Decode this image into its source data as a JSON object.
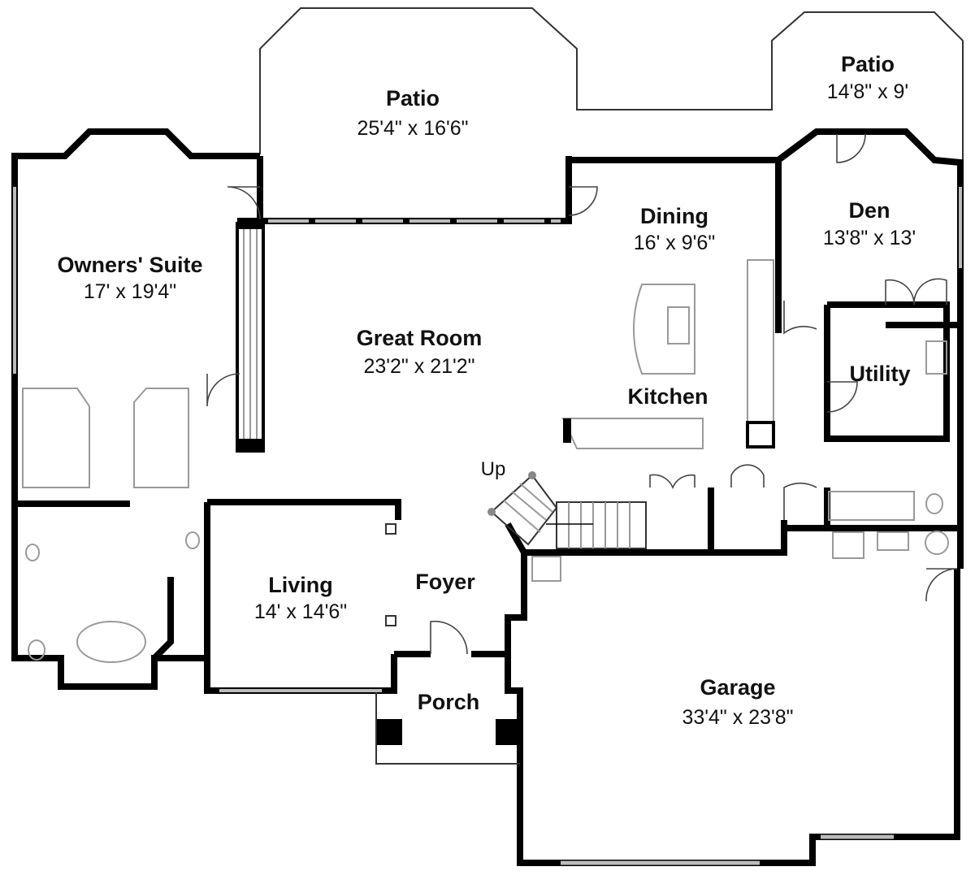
{
  "rooms": {
    "patio_main": {
      "name": "Patio",
      "size": "25'4\" x 16'6\""
    },
    "patio_side": {
      "name": "Patio",
      "size": "14'8\" x 9'"
    },
    "dining": {
      "name": "Dining",
      "size": "16' x 9'6\""
    },
    "den": {
      "name": "Den",
      "size": "13'8\" x 13'"
    },
    "owners_suite": {
      "name": "Owners' Suite",
      "size": "17' x 19'4\""
    },
    "great_room": {
      "name": "Great Room",
      "size": "23'2\" x 21'2\""
    },
    "kitchen": {
      "name": "Kitchen"
    },
    "utility": {
      "name": "Utility"
    },
    "living": {
      "name": "Living",
      "size": "14' x 14'6\""
    },
    "foyer": {
      "name": "Foyer"
    },
    "porch": {
      "name": "Porch"
    },
    "garage": {
      "name": "Garage",
      "size": "33'4\" x 23'8\""
    }
  },
  "stairs": {
    "label": "Up"
  }
}
